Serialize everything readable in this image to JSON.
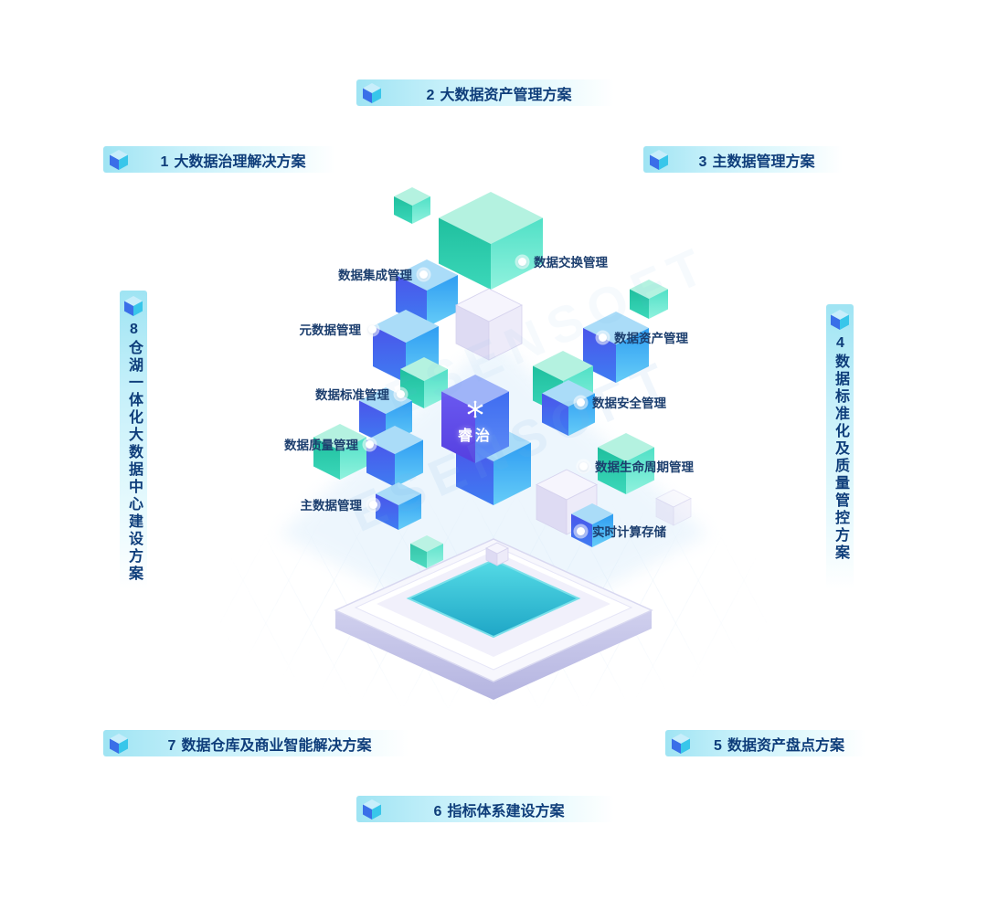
{
  "watermark": "ESENSOFT",
  "banners": {
    "b1": {
      "num": "1",
      "label": "大数据治理解决方案"
    },
    "b2": {
      "num": "2",
      "label": "大数据资产管理方案"
    },
    "b3": {
      "num": "3",
      "label": "主数据管理方案"
    },
    "b4": {
      "num": "4",
      "label": "数据标准化及质量管控方案"
    },
    "b5": {
      "num": "5",
      "label": "数据资产盘点方案"
    },
    "b6": {
      "num": "6",
      "label": "指标体系建设方案"
    },
    "b7": {
      "num": "7",
      "label": "数据仓库及商业智能解决方案"
    },
    "b8": {
      "num": "8",
      "label": "仓湖一体化大数据中心建设方案"
    }
  },
  "center": {
    "logo": "睿治"
  },
  "modules": {
    "left": [
      "数据集成管理",
      "元数据管理",
      "数据标准管理",
      "数据质量管理",
      "主数据管理"
    ],
    "right": [
      "数据交换管理",
      "数据资产管理",
      "数据安全管理",
      "数据生命周期管理",
      "实时计算存储"
    ]
  },
  "colors": {
    "banner_text": "#0e3d7a",
    "label_text": "#1c3e6e",
    "accent_cyan": "#35c4d8",
    "accent_blue": "#4450e8",
    "accent_green": "#23bfa0",
    "banner_gradient_start": "#9fe4f3"
  }
}
